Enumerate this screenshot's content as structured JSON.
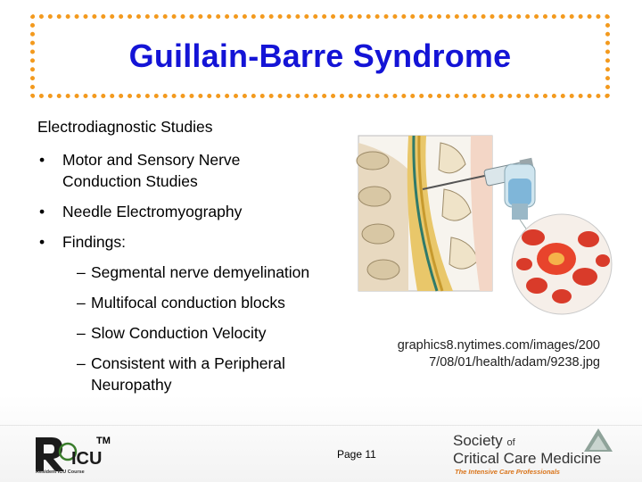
{
  "slide": {
    "title": "Guillain-Barre Syndrome",
    "heading": "Electrodiagnostic Studies",
    "bullets": [
      "Motor and Sensory Nerve Conduction Studies",
      "Needle Electromyography",
      "Findings:"
    ],
    "findings": [
      "Segmental nerve demyelination",
      "Multifocal conduction blocks",
      "Slow Conduction Velocity",
      "Consistent with a Peripheral Neuropathy"
    ],
    "caption_line1": "graphics8.nytimes.com/images/200",
    "caption_line2": "7/08/01/health/adam/9238.jpg",
    "page_label": "Page 11"
  },
  "logos": {
    "ricu_tm": "TM",
    "ricu_subtitle": "Resident ICU Course",
    "sccm_line1": "Society",
    "sccm_of": "of",
    "sccm_line2": "Critical Care Medicine",
    "sccm_tagline": "The Intensive Care Professionals"
  },
  "colors": {
    "title": "#1414d6",
    "border": "#f39a1e",
    "sccm_accent": "#d9741a"
  }
}
